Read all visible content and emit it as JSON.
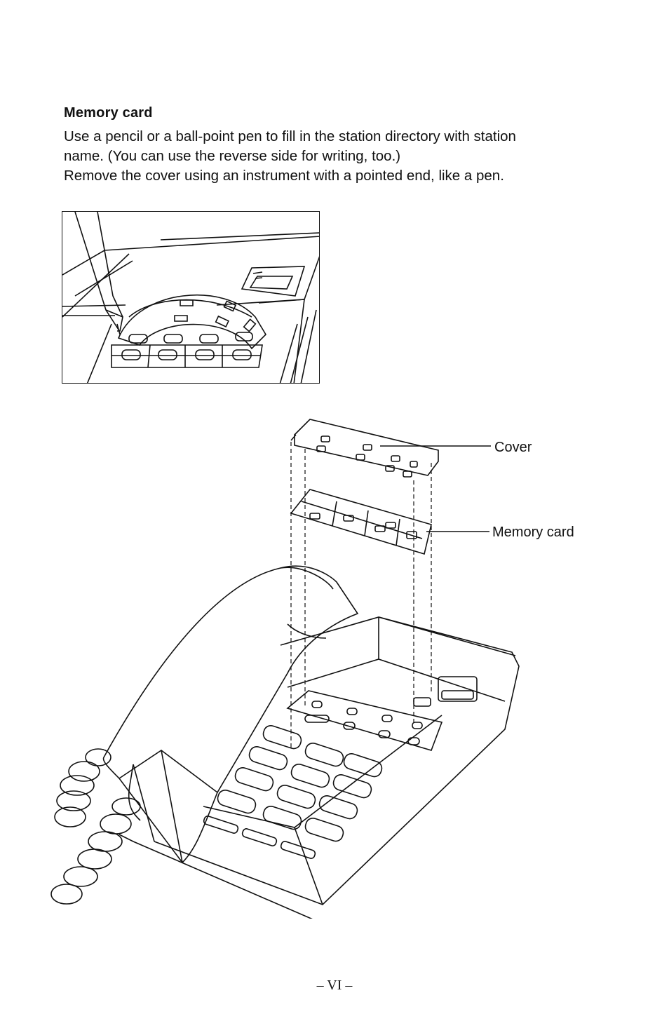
{
  "section": {
    "heading": "Memory card",
    "lines": [
      "Use a pencil or a ball-point pen to fill in the station directory with station",
      "name. (You can use the reverse side for writing, too.)",
      "Remove the cover using an instrument with a pointed end, like a pen."
    ]
  },
  "diagram": {
    "callouts": {
      "cover": "Cover",
      "memory_card": "Memory card"
    }
  },
  "footer": {
    "page_number": "– VI –"
  }
}
